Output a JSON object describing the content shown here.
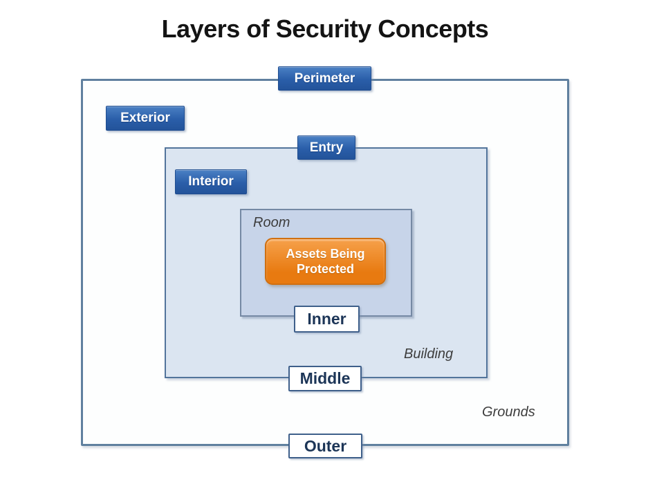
{
  "title": "Layers of Security Concepts",
  "diagram": {
    "outer_layer": {
      "boundary_badge": "Perimeter",
      "zone_badge": "Exterior",
      "area_label": "Grounds",
      "layer_box": "Outer"
    },
    "middle_layer": {
      "boundary_badge": "Entry",
      "zone_badge": "Interior",
      "area_label": "Building",
      "layer_box": "Middle"
    },
    "inner_layer": {
      "area_label": "Room",
      "layer_box": "Inner"
    },
    "core": {
      "label": "Assets Being Protected"
    }
  },
  "colors": {
    "badge-blue-top": "#4a80c4",
    "badge-blue-bottom": "#2a5ea9",
    "badge-border": "#1e4c8f",
    "outer-line": "#60809f",
    "middle-line": "#52749b",
    "inner-line": "#7589a4",
    "middle-fill": "#dbe5f1",
    "inner-fill": "#c7d4e9",
    "orange-top": "#f6a14b",
    "orange-bottom": "#e87a10",
    "orange-border": "#d06f10",
    "box-border": "#3e5f8a",
    "box-text": "#1c3557",
    "area-label-gray": "#3d3d3d",
    "title-color": "#141414"
  }
}
